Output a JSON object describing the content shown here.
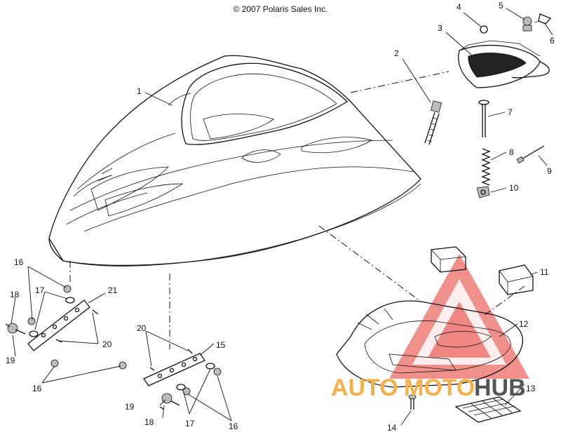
{
  "copyright": "© 2007 Polaris Sales Inc.",
  "watermark": {
    "part1": "AUTO",
    "part2": "MOTO",
    "part3": "HUB",
    "colors": {
      "red": "#e3352a",
      "orange": "#f5b04a",
      "dark": "#555555"
    }
  },
  "callouts": {
    "c1": "1",
    "c2": "2",
    "c3": "3",
    "c4": "4",
    "c5": "5",
    "c6": "6",
    "c7": "7",
    "c8": "8",
    "c9": "9",
    "c10": "10",
    "c11": "11",
    "c12": "12",
    "c13": "13",
    "c14": "14",
    "c15": "15",
    "c16a": "16",
    "c16b": "16",
    "c16c": "16",
    "c17a": "17",
    "c17b": "17",
    "c18a": "18",
    "c18b": "18",
    "c19a": "19",
    "c19b": "19",
    "c20a": "20",
    "c20b": "20",
    "c21": "21"
  }
}
